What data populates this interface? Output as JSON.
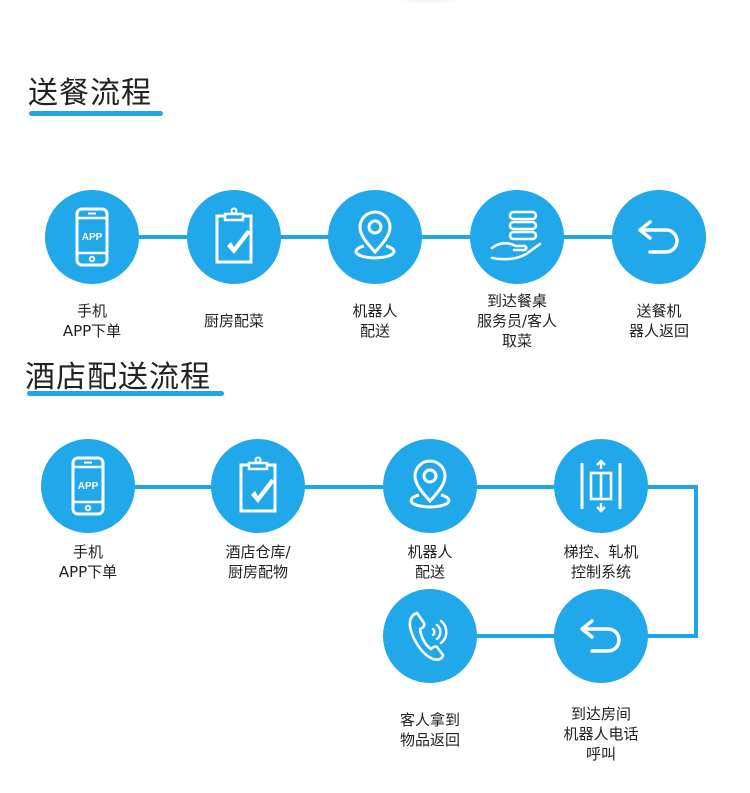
{
  "colors": {
    "accent": "#20a8ea",
    "text": "#222222",
    "background": "#ffffff"
  },
  "section1": {
    "title": "送餐流程",
    "steps": [
      {
        "icon": "phone-app-icon",
        "app_text": "APP",
        "lines": [
          "手机",
          "APP下单"
        ]
      },
      {
        "icon": "clipboard-check-icon",
        "lines": [
          "厨房配菜"
        ]
      },
      {
        "icon": "location-pin-icon",
        "lines": [
          "机器人",
          "配送"
        ]
      },
      {
        "icon": "hand-serving-icon",
        "lines": [
          "到达餐桌",
          "服务员/客人",
          "取菜"
        ]
      },
      {
        "icon": "return-arrow-icon",
        "lines": [
          "送餐机",
          "器人返回"
        ]
      }
    ]
  },
  "section2": {
    "title": "酒店配送流程",
    "steps": [
      {
        "icon": "phone-app-icon",
        "app_text": "APP",
        "lines": [
          "手机",
          "APP下单"
        ]
      },
      {
        "icon": "clipboard-check-icon",
        "lines": [
          "酒店仓库/",
          "厨房配物"
        ]
      },
      {
        "icon": "location-pin-icon",
        "lines": [
          "机器人",
          "配送"
        ]
      },
      {
        "icon": "elevator-icon",
        "lines": [
          "梯控、轧机",
          "控制系统"
        ]
      },
      {
        "icon": "return-arrow-icon",
        "lines": [
          "到达房间",
          "机器人电话",
          "呼叫"
        ]
      },
      {
        "icon": "phone-call-icon",
        "lines": [
          "客人拿到",
          "物品返回"
        ]
      }
    ]
  }
}
